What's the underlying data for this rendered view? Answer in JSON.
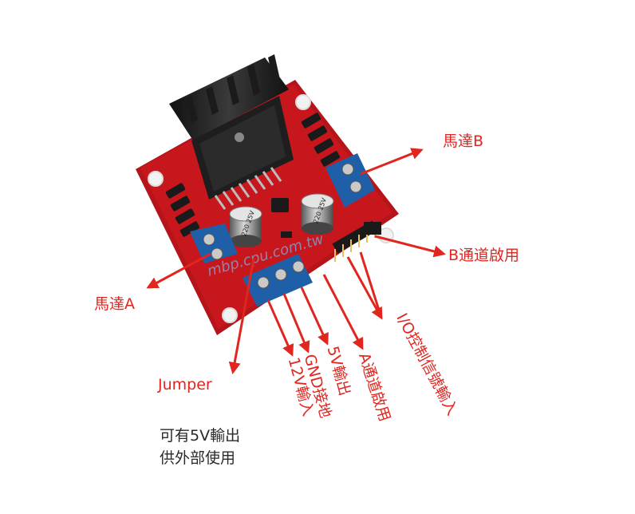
{
  "labels": {
    "motor_b": "馬達B",
    "b_enable": "B通道啟用",
    "motor_a": "馬達A",
    "jumper": "Jumper",
    "v12_input": "12V輸入",
    "gnd": "GND接地",
    "v5_output": "5V輸出",
    "a_enable": "A通道啟用",
    "io_input": "I/O控制信號輸入",
    "note_line1": "可有5V輸出",
    "note_line2": "供外部使用"
  },
  "board": {
    "capacitor_label": "220 25V",
    "watermark": "mbp.cpu.com.tw"
  },
  "colors": {
    "label": "#e0261f",
    "arrow": "#e0261f",
    "pcb": "#c8161d",
    "terminal": "#1f5fa8",
    "heatsink": "#1b1b1b"
  }
}
